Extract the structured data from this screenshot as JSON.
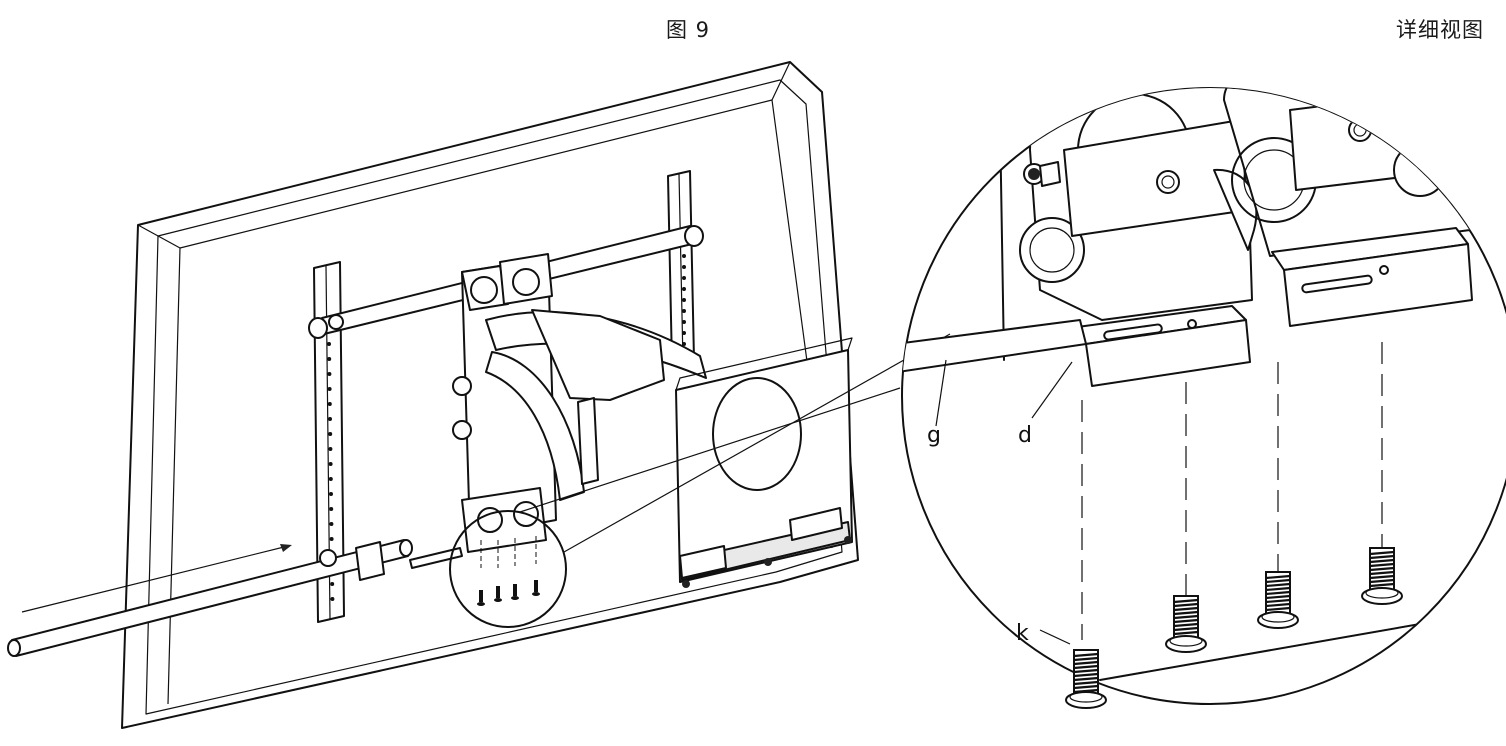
{
  "figure": {
    "title": "图 9",
    "detail_title": "详细视图"
  },
  "callouts": {
    "g": "g",
    "d": "d",
    "k": "k"
  },
  "colors": {
    "line": "#111111",
    "background": "#ffffff",
    "shade": "#e9e9e9"
  }
}
